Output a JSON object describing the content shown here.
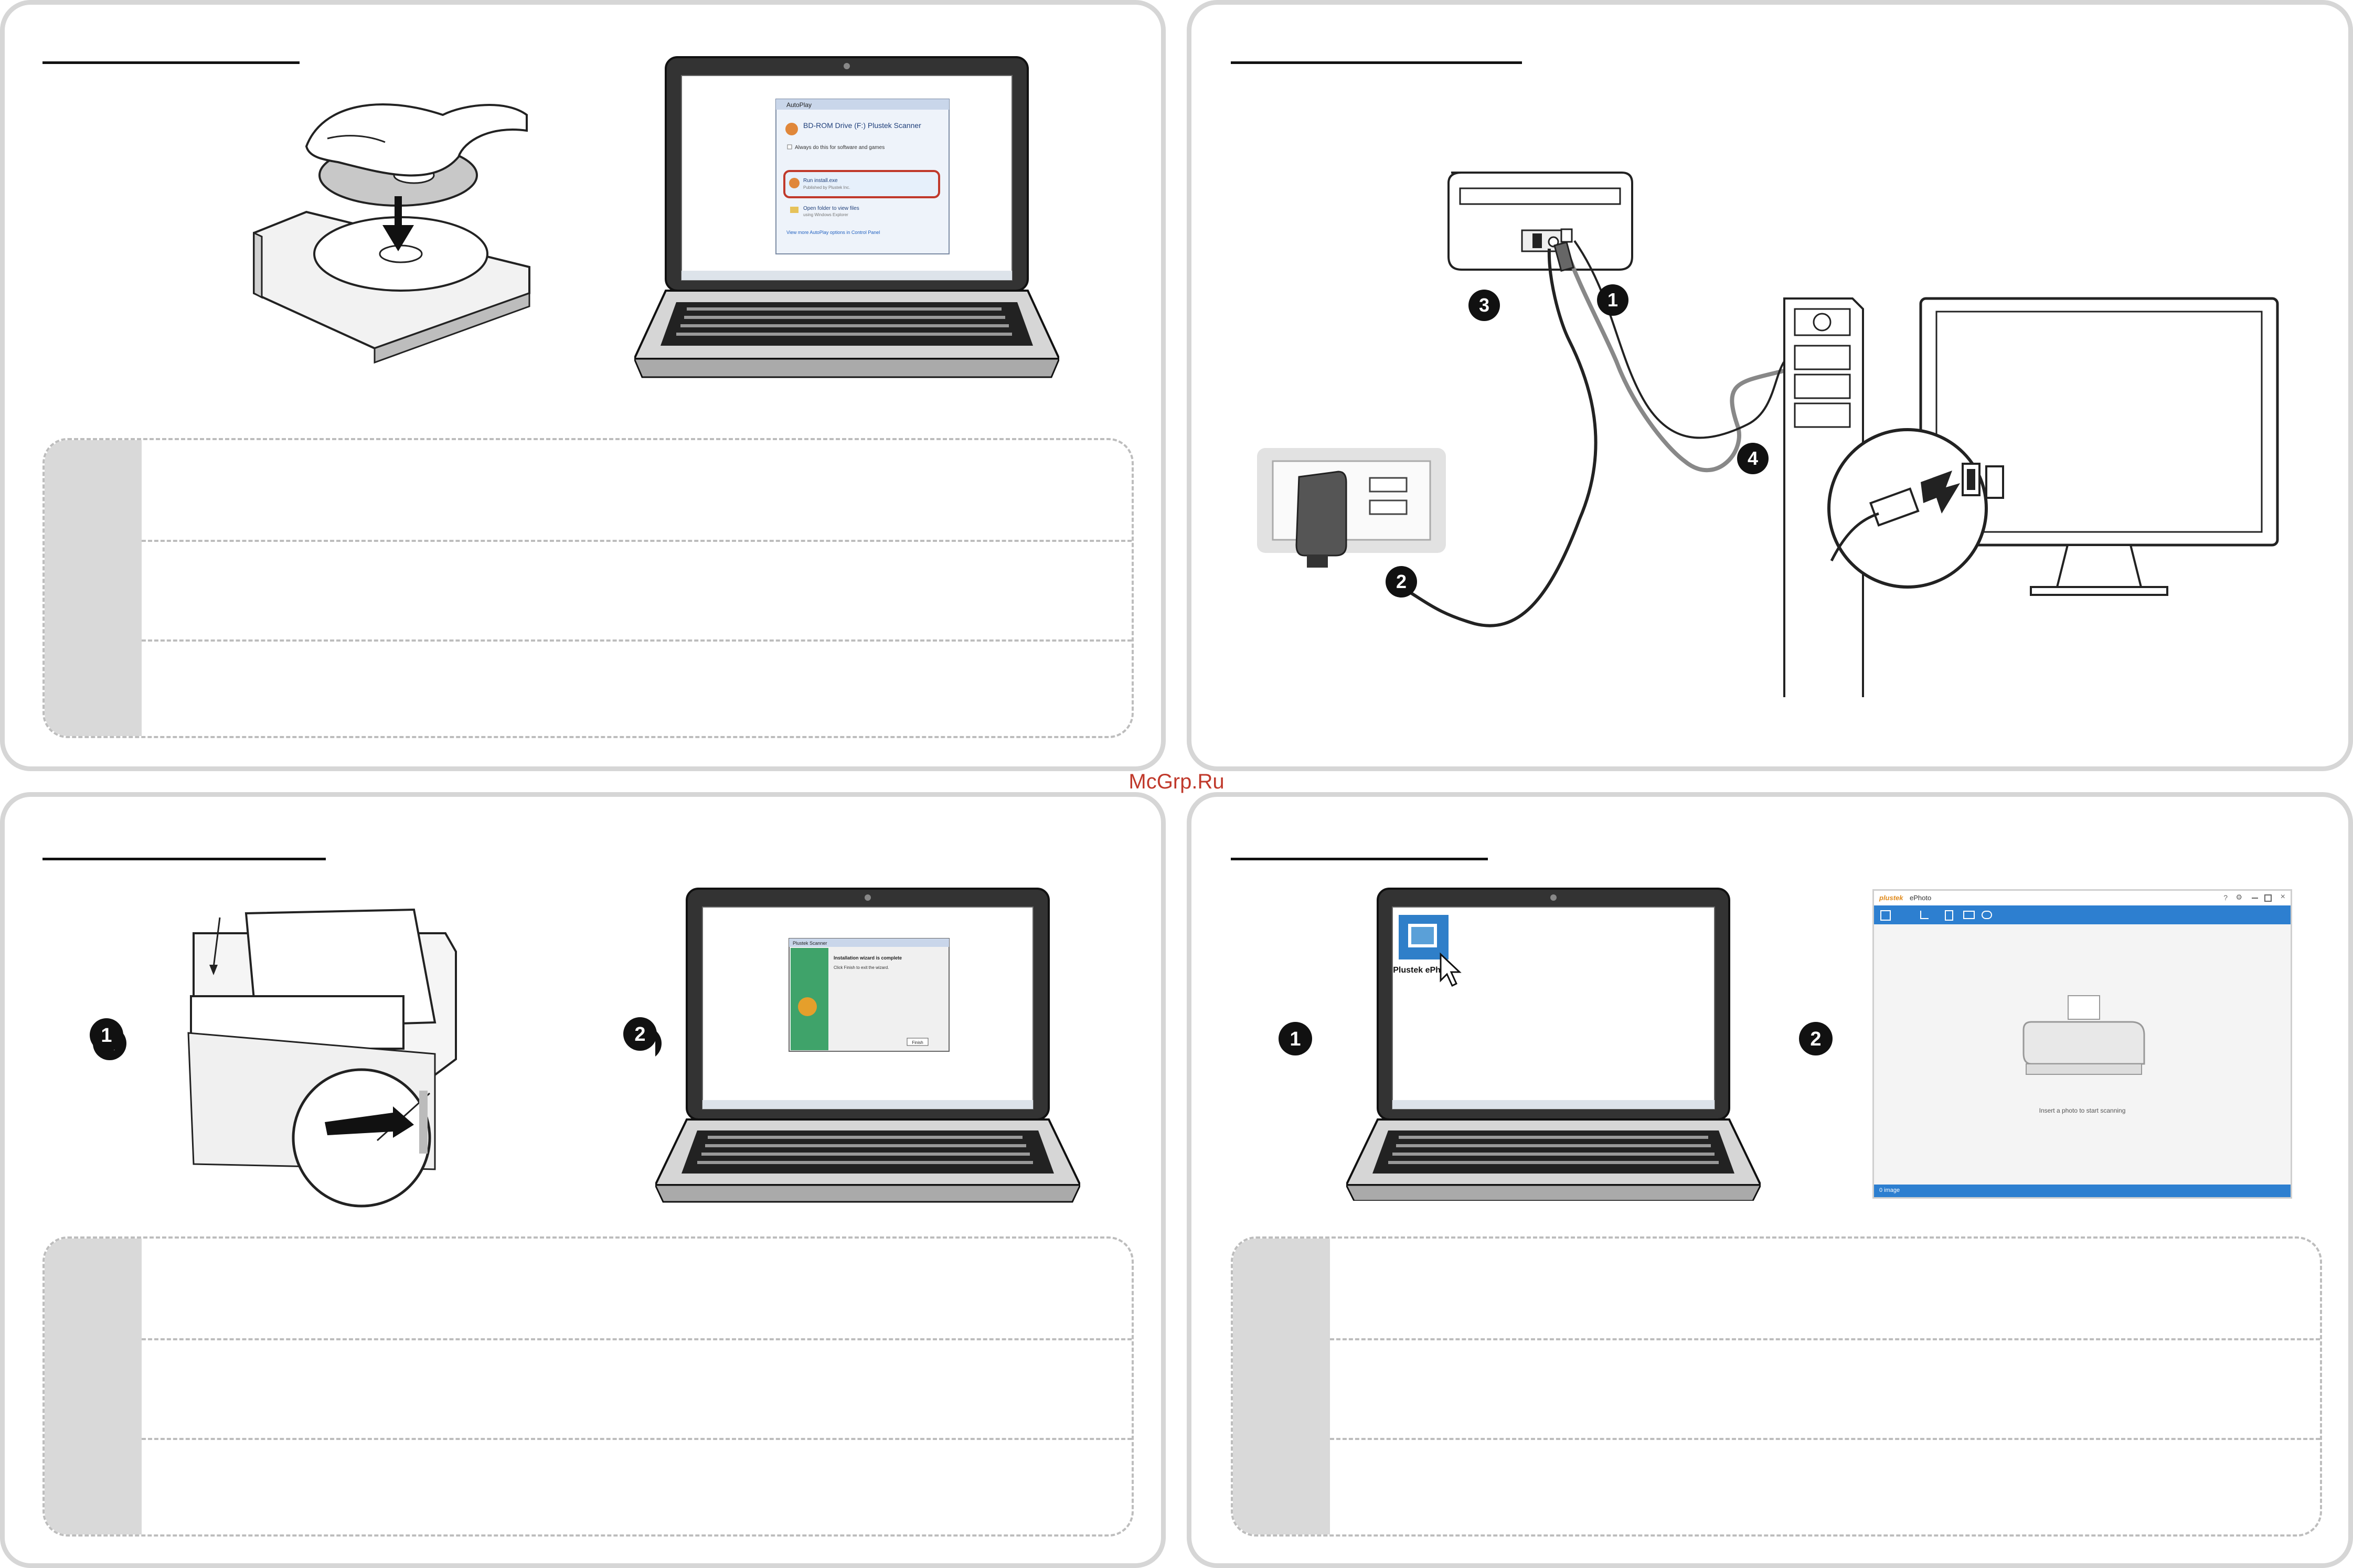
{
  "watermark": "McGrp.Ru",
  "panels": [
    {
      "id": "install",
      "steps": 3
    },
    {
      "id": "connect",
      "callouts": [
        "1",
        "2",
        "3",
        "4"
      ]
    },
    {
      "id": "load",
      "callouts": [
        "1",
        "2"
      ]
    },
    {
      "id": "scan",
      "callouts": [
        "1",
        "2"
      ]
    }
  ],
  "screens": {
    "autoplay": {
      "title": "AutoPlay",
      "drive": "BD-ROM Drive (F:) Plustek Scanner",
      "checkbox": "Always do this for software and games",
      "run": "Run install.exe",
      "run_sub": "Published by Plustek Inc.",
      "open": "Open folder to view files",
      "open_sub": "using Windows Explorer",
      "link": "View more AutoPlay options in Control Panel"
    },
    "installer": {
      "title": "Plustek Scanner",
      "heading": "Installation wizard is complete",
      "body": "Click Finish to exit the wizard.",
      "finish": "Finish"
    },
    "desktop_icon": "Plustek ePhoto",
    "ephoto": {
      "brand": "plustek",
      "app": "ePhoto",
      "hint": "Insert a photo to start scanning",
      "status": "0 image",
      "help": "?",
      "gear": "⚙"
    }
  }
}
